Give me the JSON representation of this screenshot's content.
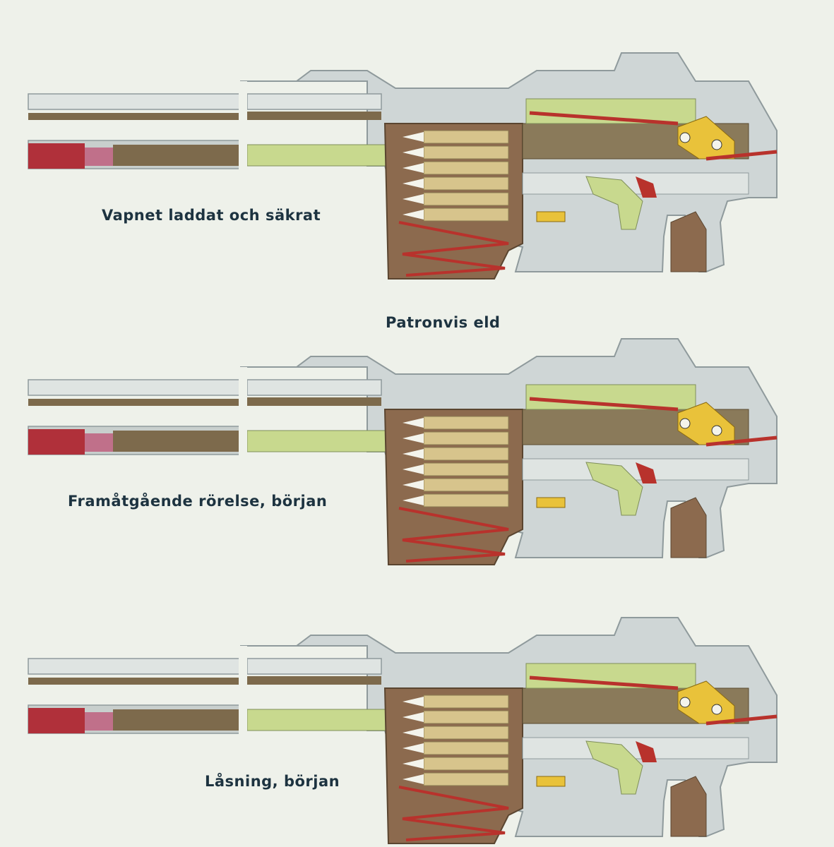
{
  "title": "Patronvis eld",
  "panels": [
    {
      "caption": "Vapnet laddat och säkrat"
    },
    {
      "caption": "Framåtgående rörelse, början"
    },
    {
      "caption": "Låsning, början"
    }
  ],
  "colors": {
    "background": "#eef1ea",
    "housing": "#cfd6d6",
    "housing_outline": "#8f9a9c",
    "barrel": "#7d6a4c",
    "bolt": "#8a7a5a",
    "wood": "#8c6a4e",
    "green_part": "#c8d98e",
    "yellow_part": "#e9c23a",
    "red_part": "#b8322c",
    "cartridge": "#d7c48c",
    "bullet_tip": "#f4f4ec",
    "muzzle": "#b0303a",
    "caption_text": "#1d3340"
  }
}
